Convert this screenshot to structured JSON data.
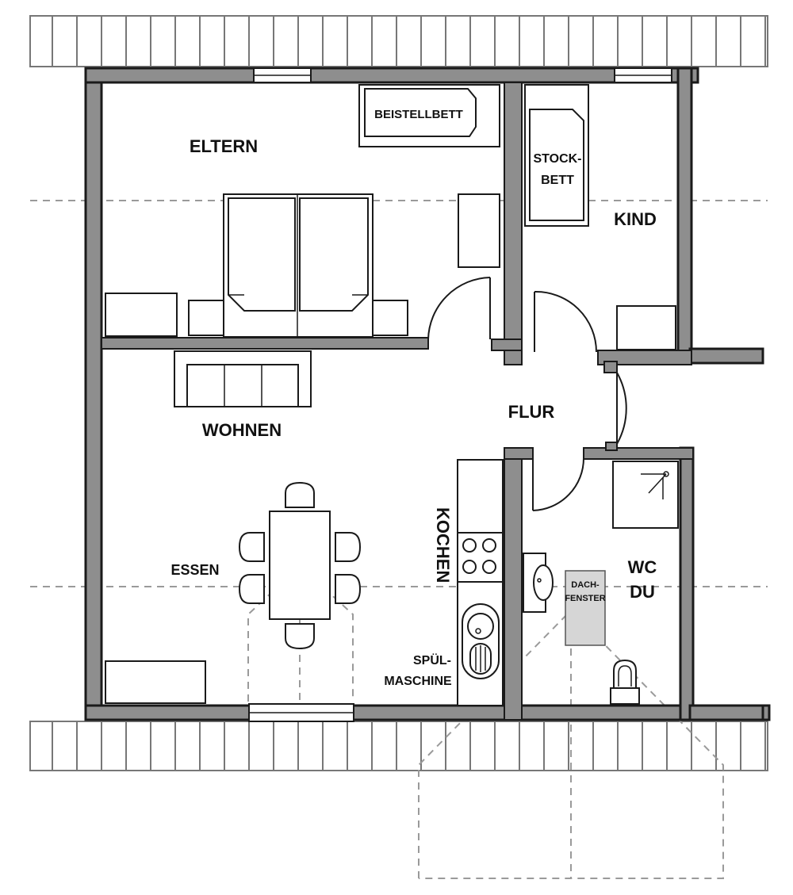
{
  "rooms": {
    "eltern": "ELTERN",
    "kind": "KIND",
    "flur": "FLUR",
    "wohnen": "WOHNEN",
    "essen": "ESSEN",
    "kochen": "KOCHEN",
    "wc_line1": "WC",
    "wc_line2": "DU"
  },
  "furniture": {
    "beistellbett": "BEISTELLBETT",
    "stockbett_line1": "STOCK-",
    "stockbett_line2": "BETT",
    "spuelmaschine_line1": "SPÜL-",
    "spuelmaschine_line2": "MASCHINE",
    "dachfenster_line1": "DACH-",
    "dachfenster_line2": "FENSTER"
  },
  "colors": {
    "wall": "#8e8e8e",
    "roof_window": "#d6d6d6"
  }
}
